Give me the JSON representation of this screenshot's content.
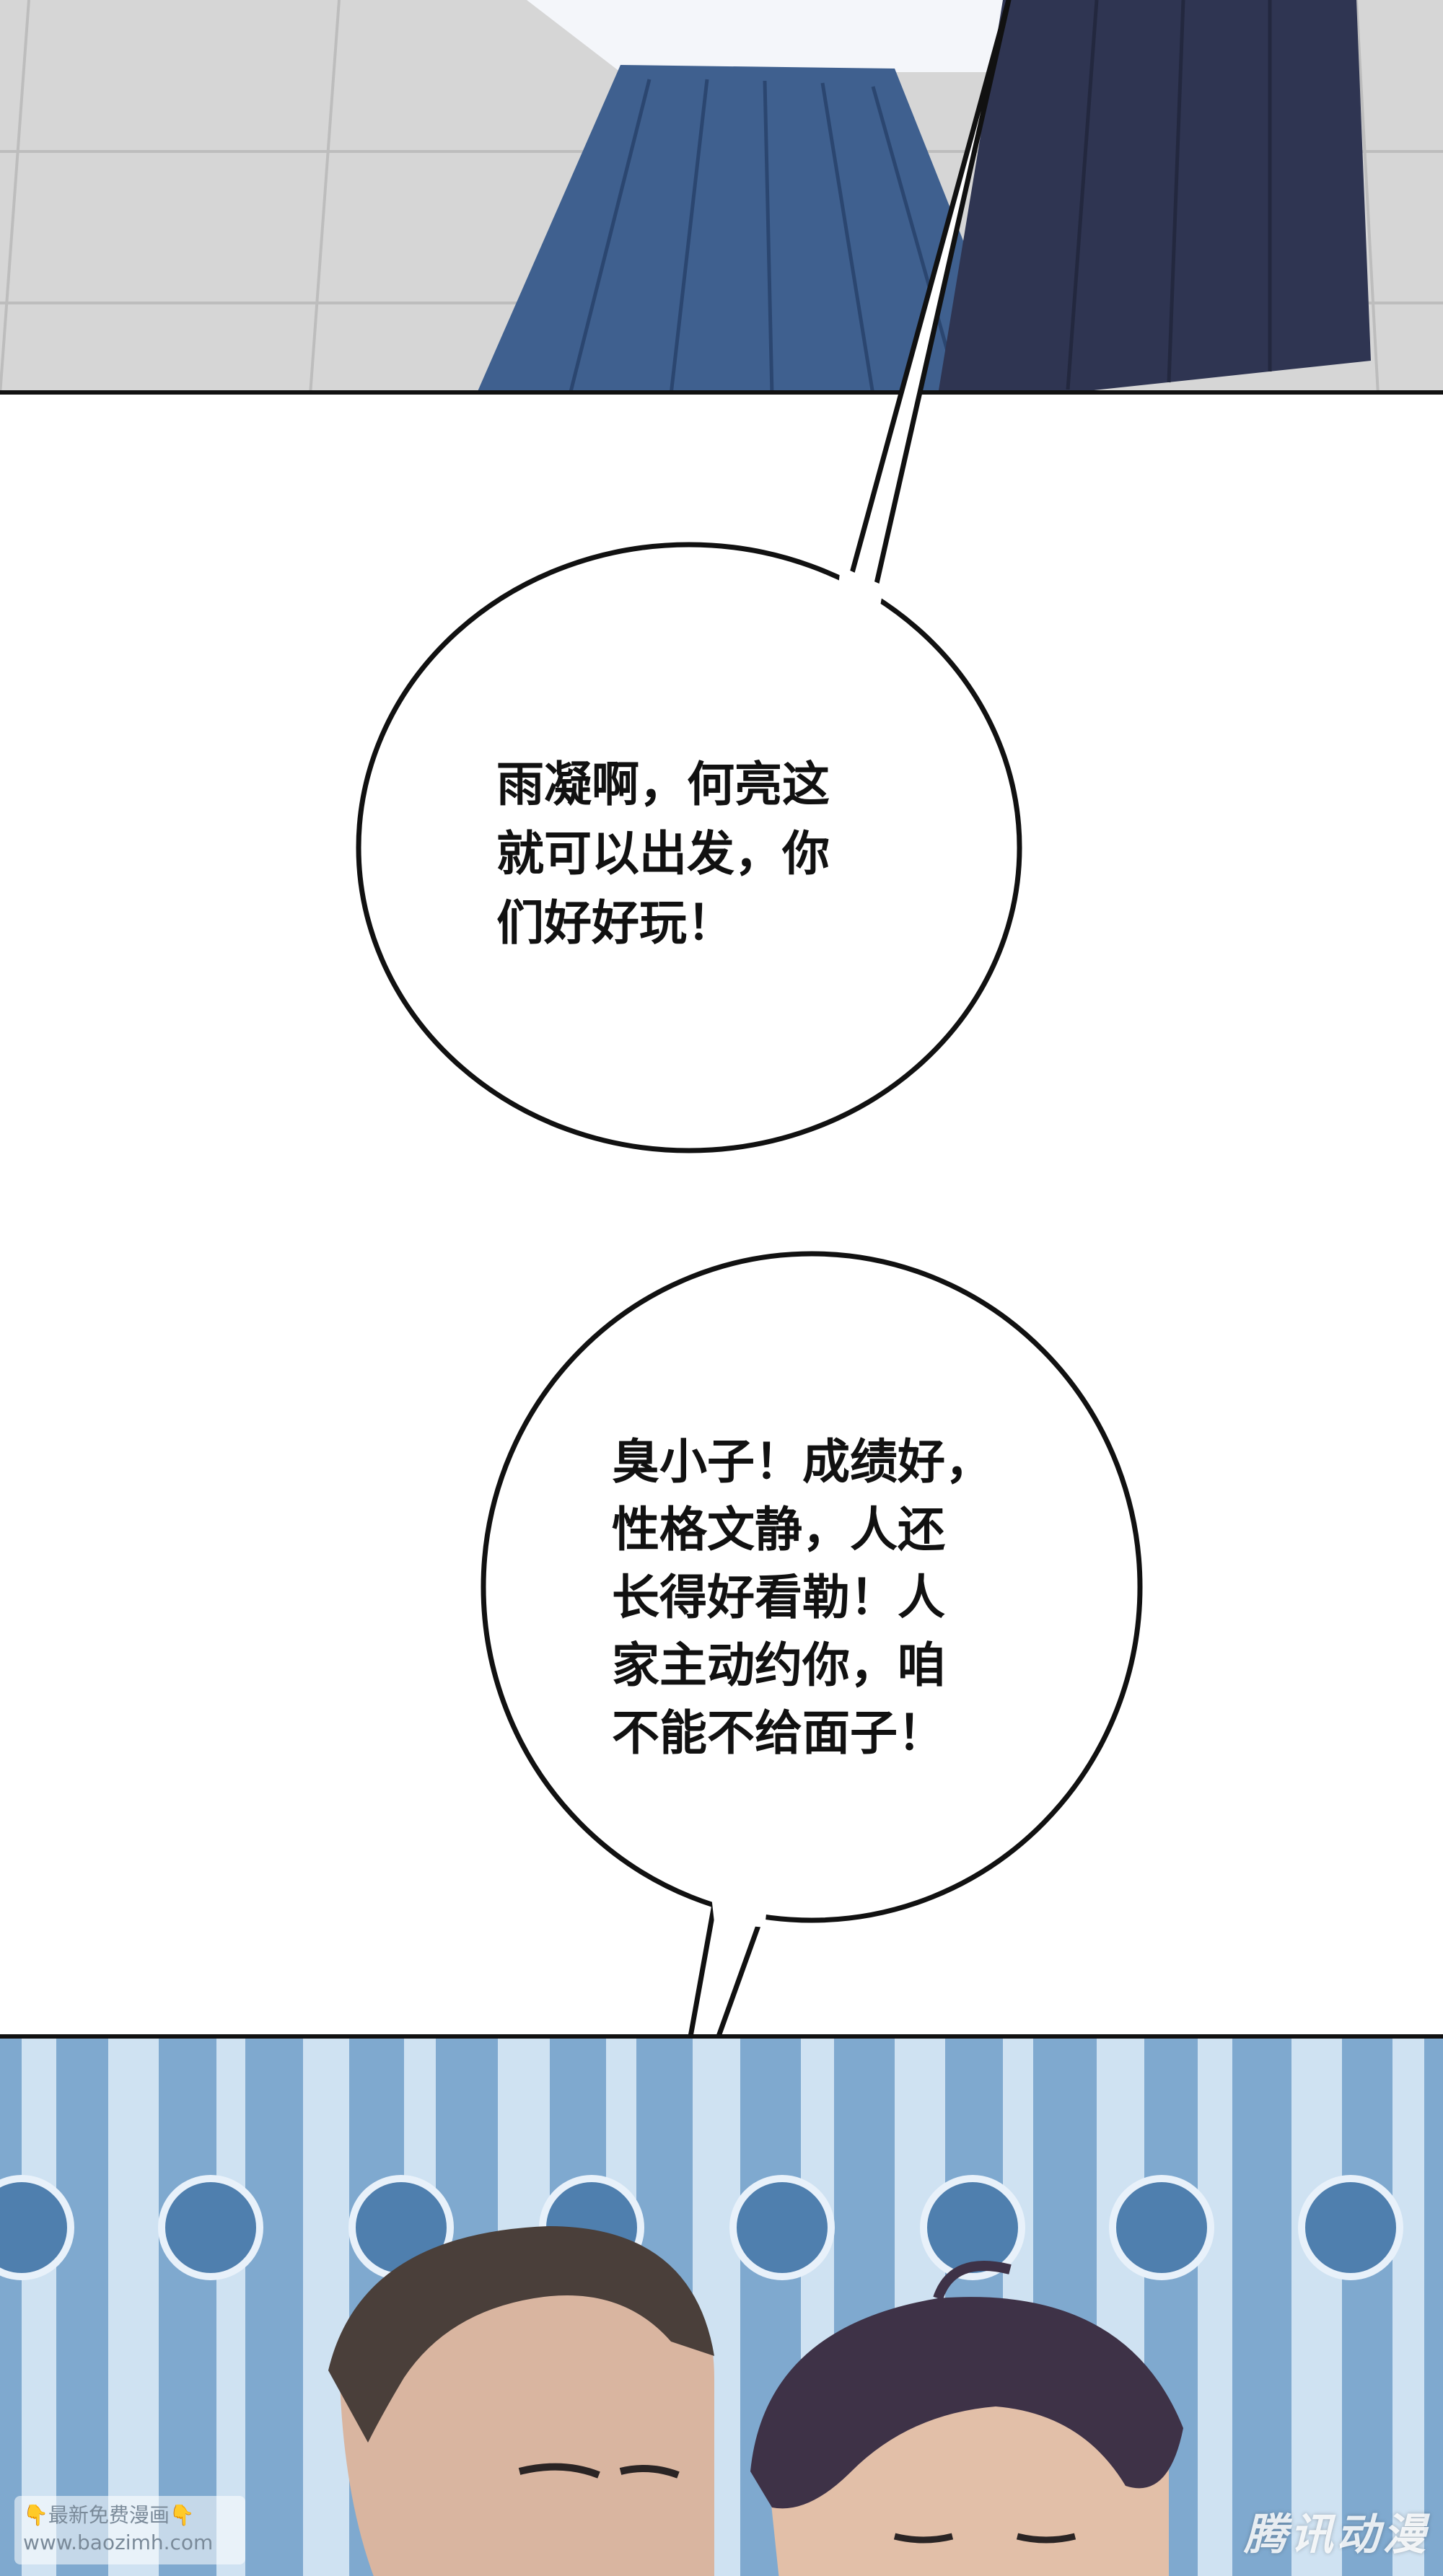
{
  "speech_bubbles": [
    {
      "text": "雨凝啊，何亮这\n就可以出发，你\n们好好玩！"
    },
    {
      "text": "臭小子！成绩好，\n性格文静，人还\n长得好看勒！人\n家主动约你，咱\n不能不给面子！"
    }
  ],
  "watermarks": {
    "left_line1": "👇最新免费漫画👇",
    "left_line2": "www.baozimh.com",
    "right": "腾讯动漫"
  },
  "colors": {
    "panel_border": "#111111",
    "stripe_light": "#cfe2f2",
    "stripe_mid": "#7fa9cf",
    "stripe_dark": "#4f7fae",
    "skirt_navy": "#3a5a8c",
    "floor_gray": "#d9d9d9"
  }
}
